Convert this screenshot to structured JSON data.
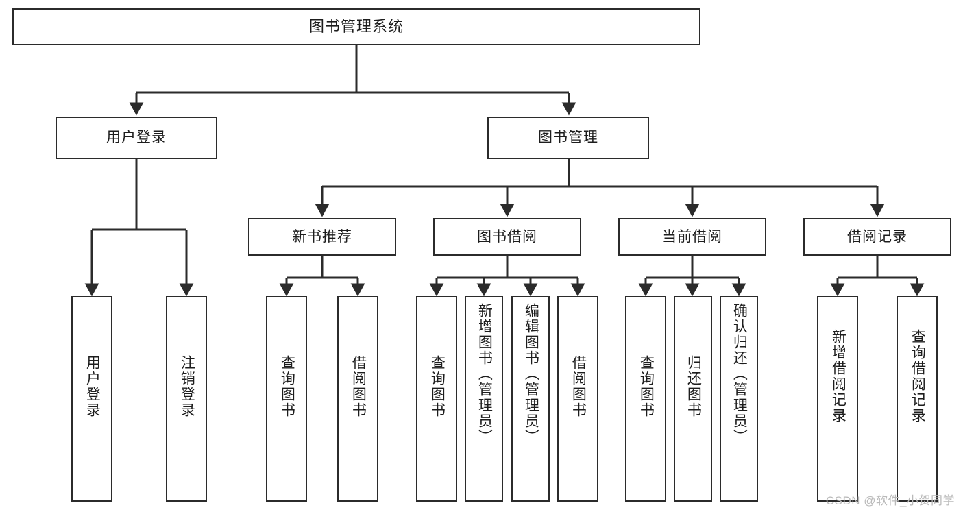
{
  "diagram": {
    "title": "图书管理系统",
    "type": "tree-hierarchy",
    "watermark": "CSDN @软件_小贺同学",
    "colors": {
      "stroke": "#2b2b2b",
      "fill": "#ffffff",
      "text": "#1d1d1d",
      "watermark": "#b9b9b9"
    }
  },
  "root": {
    "label": "图书管理系统"
  },
  "level1": [
    {
      "id": "user-login",
      "label": "用户登录"
    },
    {
      "id": "book-manage",
      "label": "图书管理"
    }
  ],
  "level2": [
    {
      "id": "new-book-recommend",
      "label": "新书推荐"
    },
    {
      "id": "book-borrow",
      "label": "图书借阅"
    },
    {
      "id": "current-borrow",
      "label": "当前借阅"
    },
    {
      "id": "borrow-record",
      "label": "借阅记录"
    }
  ],
  "leaves": {
    "user_login": [
      {
        "id": "leaf-user-login",
        "label": "用户登录"
      },
      {
        "id": "leaf-logout-login",
        "label": "注销登录"
      }
    ],
    "new_book_recommend": [
      {
        "id": "leaf-query-book-1",
        "label": "查询图书"
      },
      {
        "id": "leaf-borrow-book-1",
        "label": "借阅图书"
      }
    ],
    "book_borrow": [
      {
        "id": "leaf-query-book-2",
        "label": "查询图书"
      },
      {
        "id": "leaf-add-book",
        "label": "新增图书（管理员）"
      },
      {
        "id": "leaf-edit-book",
        "label": "编辑图书（管理员）"
      },
      {
        "id": "leaf-borrow-book-2",
        "label": "借阅图书"
      }
    ],
    "current_borrow": [
      {
        "id": "leaf-query-book-3",
        "label": "查询图书"
      },
      {
        "id": "leaf-return-book",
        "label": "归还图书"
      },
      {
        "id": "leaf-confirm-return",
        "label": "确认归还（管理员）"
      }
    ],
    "borrow_record": [
      {
        "id": "leaf-add-record",
        "label": "新增借阅记录"
      },
      {
        "id": "leaf-query-record",
        "label": "查询借阅记录"
      }
    ]
  }
}
